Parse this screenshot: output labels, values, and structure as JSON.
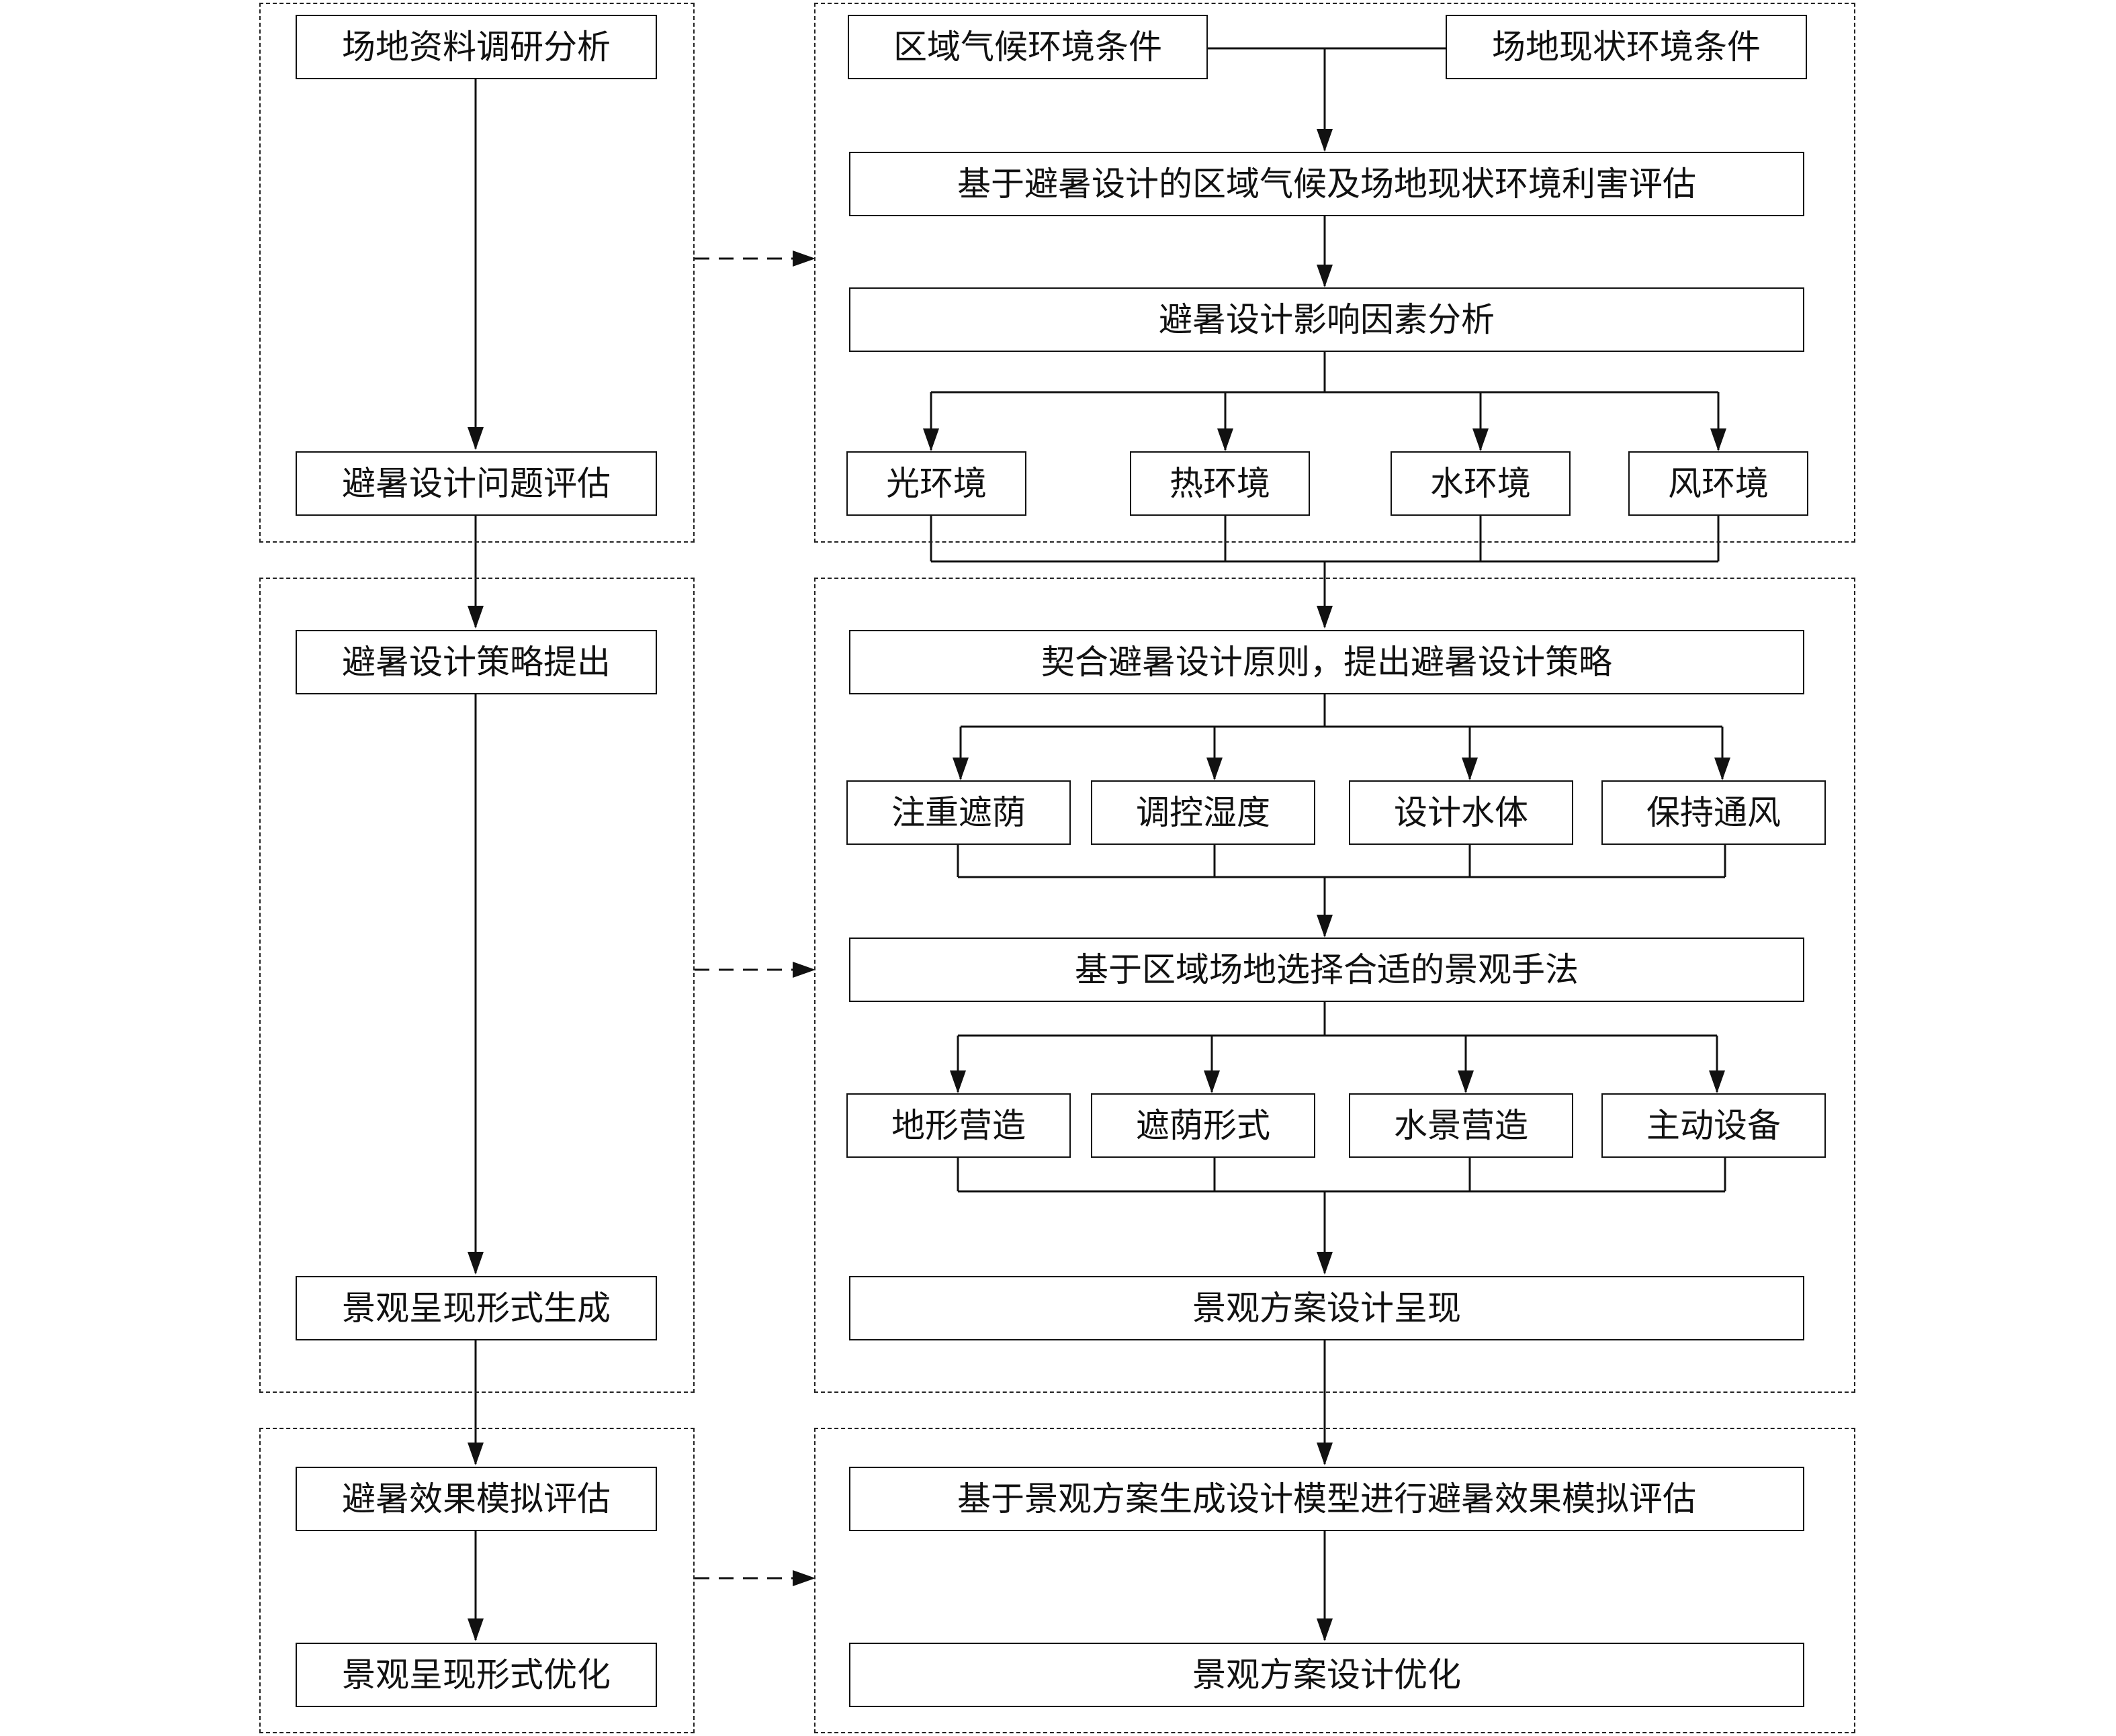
{
  "left": {
    "survey": "场地资料调研分析",
    "problem": "避暑设计问题评估",
    "strategy": "避暑设计策略提出",
    "form_gen": "景观呈现形式生成",
    "simulate": "避暑效果模拟评估",
    "form_opt": "景观呈现形式优化"
  },
  "right": {
    "climate": "区域气候环境条件",
    "site": "场地现状环境条件",
    "assess": "基于避暑设计的区域气候及场地现状环境利害评估",
    "factors": "避暑设计影响因素分析",
    "env": [
      "光环境",
      "热环境",
      "水环境",
      "风环境"
    ],
    "principle": "契合避暑设计原则，提出避暑设计策略",
    "strategies": [
      "注重遮荫",
      "调控湿度",
      "设计水体",
      "保持通风"
    ],
    "methods_title": "基于区域场地选择合适的景观手法",
    "methods": [
      "地形营造",
      "遮荫形式",
      "水景营造",
      "主动设备"
    ],
    "present": "景观方案设计呈现",
    "model_eval": "基于景观方案生成设计模型进行避暑效果模拟评估",
    "optimize": "景观方案设计优化"
  }
}
